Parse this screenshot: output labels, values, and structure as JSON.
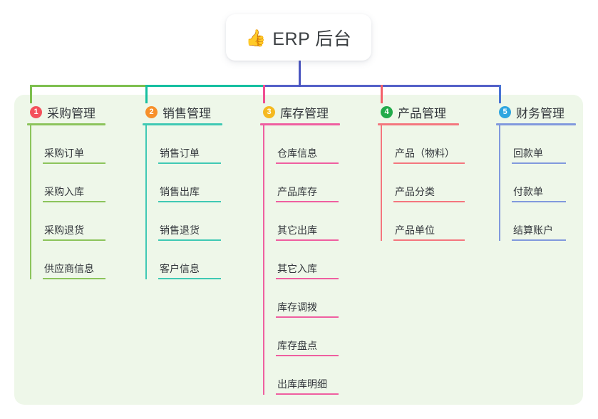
{
  "page": {
    "background": "#ffffff",
    "panel_color": "#eef7e9"
  },
  "root": {
    "icon": "thumbs-up-icon",
    "emoji": "👍",
    "title": "ERP 后台"
  },
  "connectors": {
    "stem_color": "#4a55c0",
    "segments": [
      {
        "name": "green-bar",
        "color": "#7dbf4e"
      },
      {
        "name": "teal-bar",
        "color": "#15bfa0"
      },
      {
        "name": "blue-bar",
        "color": "#5460c8"
      }
    ],
    "drops": [
      {
        "name": "drop-1",
        "color": "#7dbf4e"
      },
      {
        "name": "drop-2",
        "color": "#15bfa0"
      },
      {
        "name": "drop-3",
        "color": "#ef4f92"
      },
      {
        "name": "drop-4",
        "color": "#f4616a"
      },
      {
        "name": "drop-5",
        "color": "#4a74d4"
      }
    ]
  },
  "columns": [
    {
      "id": "purchasing",
      "number": "1",
      "title": "采购管理",
      "badge_color": "#f4515b",
      "line_color": "#8cc45c",
      "rule_width": 110,
      "item_rule_width": 88,
      "items": [
        {
          "label": "采购订单"
        },
        {
          "label": "采购入库"
        },
        {
          "label": "采购退货"
        },
        {
          "label": "供应商信息"
        }
      ]
    },
    {
      "id": "sales",
      "number": "2",
      "title": "销售管理",
      "badge_color": "#f7902b",
      "line_color": "#3fc9b4",
      "rule_width": 112,
      "item_rule_width": 88,
      "items": [
        {
          "label": "销售订单"
        },
        {
          "label": "销售出库"
        },
        {
          "label": "销售退货"
        },
        {
          "label": "客户信息"
        }
      ]
    },
    {
      "id": "inventory",
      "number": "3",
      "title": "库存管理",
      "badge_color": "#f5b921",
      "line_color": "#ef5fa0",
      "rule_width": 112,
      "item_rule_width": 88,
      "items": [
        {
          "label": "仓库信息"
        },
        {
          "label": "产品库存"
        },
        {
          "label": "其它出库"
        },
        {
          "label": "其它入库"
        },
        {
          "label": "库存调拨"
        },
        {
          "label": "库存盘点"
        },
        {
          "label": "出库库明细"
        }
      ]
    },
    {
      "id": "product",
      "number": "4",
      "title": "产品管理",
      "badge_color": "#22ab4b",
      "line_color": "#f4767e",
      "rule_width": 114,
      "item_rule_width": 100,
      "items": [
        {
          "label": "产品（物料）"
        },
        {
          "label": "产品分类"
        },
        {
          "label": "产品单位"
        }
      ]
    },
    {
      "id": "finance",
      "number": "5",
      "title": "财务管理",
      "badge_color": "#2fa6e0",
      "line_color": "#8199dd",
      "rule_width": 112,
      "item_rule_width": 76,
      "items": [
        {
          "label": "回款单"
        },
        {
          "label": "付款单"
        },
        {
          "label": "结算账户"
        }
      ]
    }
  ]
}
